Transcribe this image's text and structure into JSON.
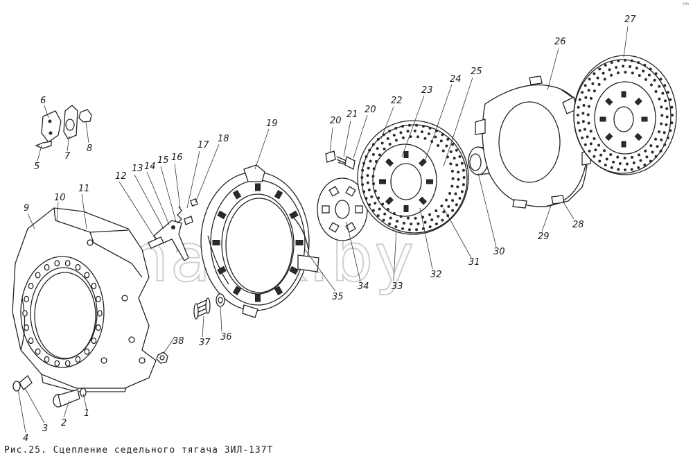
{
  "caption": "Рис.25. Сцепление седельного тягача ЗИЛ-137Т",
  "watermark": "mazik.by",
  "corner_mark": "мм",
  "callouts": [
    "1",
    "2",
    "3",
    "4",
    "5",
    "6",
    "7",
    "8",
    "9",
    "10",
    "11",
    "12",
    "13",
    "14",
    "15",
    "16",
    "17",
    "18",
    "19",
    "20",
    "20",
    "21",
    "22",
    "23",
    "24",
    "25",
    "26",
    "27",
    "28",
    "29",
    "30",
    "31",
    "32",
    "33",
    "34",
    "35",
    "36",
    "37",
    "38"
  ]
}
